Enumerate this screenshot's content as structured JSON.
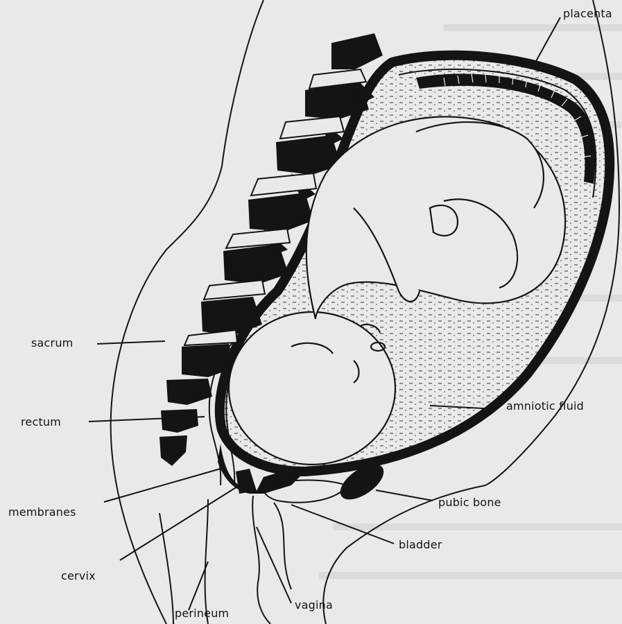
{
  "labels": {
    "placenta": "placenta",
    "sacrum": "sacrum",
    "amniotic_fluid": "amniotic fluid",
    "rectum": "rectum",
    "pubic_bone": "pubic bone",
    "membranes": "membranes",
    "bladder": "bladder",
    "cervix": "cervix",
    "vagina": "vagina",
    "perineum": "perineum"
  },
  "colors": {
    "ink": "#141414",
    "paper": "#e9e9e9",
    "ghost_text": "#bdbdbd"
  }
}
